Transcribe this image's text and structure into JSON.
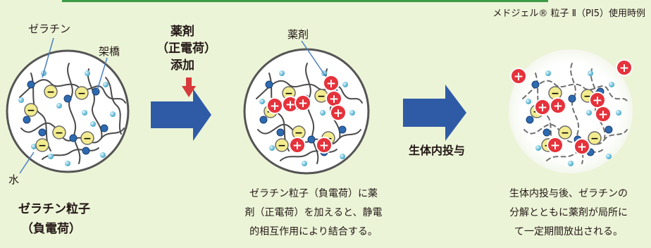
{
  "header": {
    "note": "メドジェル® 粒子 Ⅱ（PI5）使用時例"
  },
  "stage1": {
    "label_gelatin": "ゼラチン",
    "label_crosslink": "架橋",
    "label_water": "水",
    "title_line1": "ゼラチン粒子",
    "title_line2": "（負電荷）",
    "negative_symbol": "−"
  },
  "step1": {
    "line1": "薬剤",
    "line2": "（正電荷）",
    "line3": "添加"
  },
  "stage2": {
    "label_drug": "薬剤",
    "positive_symbol": "+",
    "caption": [
      "ゼラチン粒子（負電荷）に薬",
      "剤（正電荷）を加えると、静電",
      "的相互作用により結合する。"
    ]
  },
  "step2": {
    "label": "生体内投与"
  },
  "stage3": {
    "caption": [
      "生体内投与後、ゼラチンの",
      "分解とともに薬剤が局所に",
      "て一定期間放出される。"
    ]
  },
  "colors": {
    "background": "#ecf4d8",
    "rule": "#3e9b45",
    "arrow": "#2f5ba6",
    "add_arrow": "#d63a3a",
    "negative_fill": "#f3ec8f",
    "positive_fill": "#e5323b",
    "node": "#2e6ab0",
    "water": "#6fc4de"
  }
}
